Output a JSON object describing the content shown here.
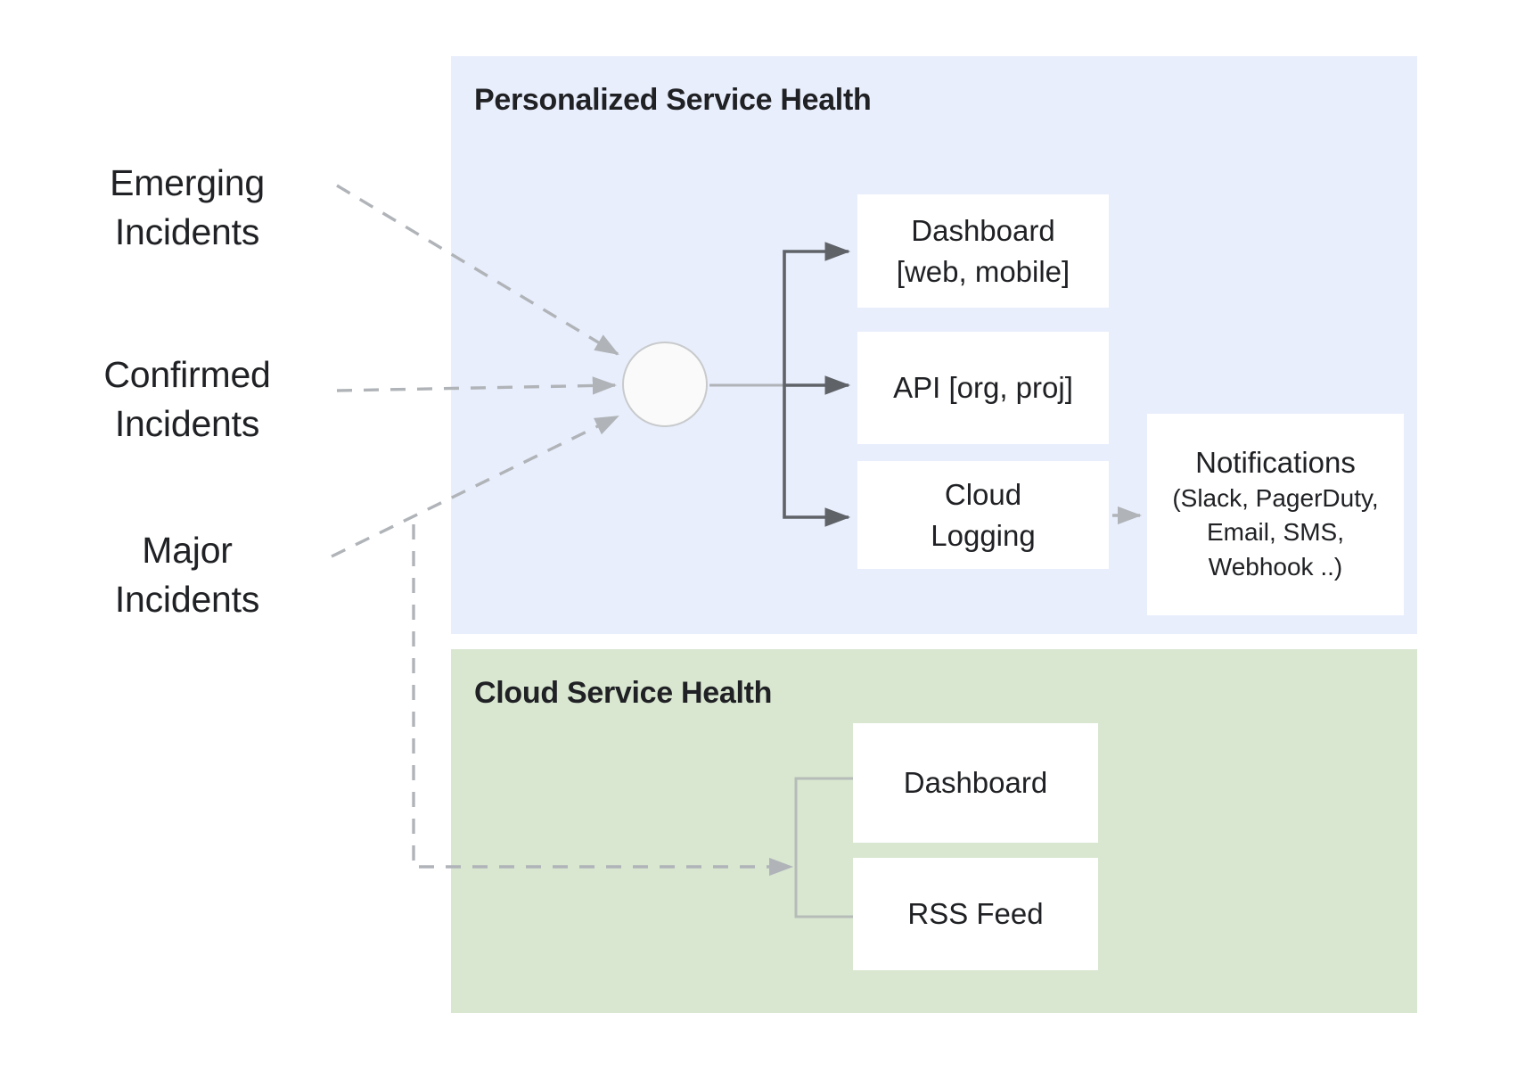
{
  "diagram": {
    "title_hidden": "",
    "sources": [
      {
        "id": "emerging",
        "label": "Emerging\nIncidents"
      },
      {
        "id": "confirmed",
        "label": "Confirmed\nIncidents"
      },
      {
        "id": "major",
        "label": "Major\nIncidents"
      }
    ],
    "sections": [
      {
        "id": "personalized-service-health",
        "title": "Personalized Service Health",
        "color": "#e8eefc"
      },
      {
        "id": "cloud-service-health",
        "title": "Cloud Service Health",
        "color": "#d9e7d1"
      }
    ],
    "personalized_nodes": [
      {
        "id": "dashboard-web-mobile",
        "label": "Dashboard\n[web, mobile]"
      },
      {
        "id": "api-org-proj",
        "label": "API [org, proj]"
      },
      {
        "id": "cloud-logging",
        "label": "Cloud\nLogging"
      }
    ],
    "notifications": {
      "id": "notifications",
      "title": "Notifications",
      "subtitle": "(Slack, PagerDuty,\nEmail, SMS,\nWebhook ..)"
    },
    "cloud_nodes": [
      {
        "id": "csh-dashboard",
        "label": "Dashboard"
      },
      {
        "id": "csh-rss-feed",
        "label": "RSS Feed"
      }
    ],
    "hub": {
      "id": "aggregator-node",
      "label": ""
    },
    "colors": {
      "personalized_panel": "#e8eefc",
      "cloud_panel": "#d9e7d1",
      "box_fill": "#ffffff",
      "text": "#202124",
      "solid_connector": "#5f6368",
      "dashed_connector": "#b0b4b8",
      "circle_stroke": "#c8cacc"
    }
  }
}
